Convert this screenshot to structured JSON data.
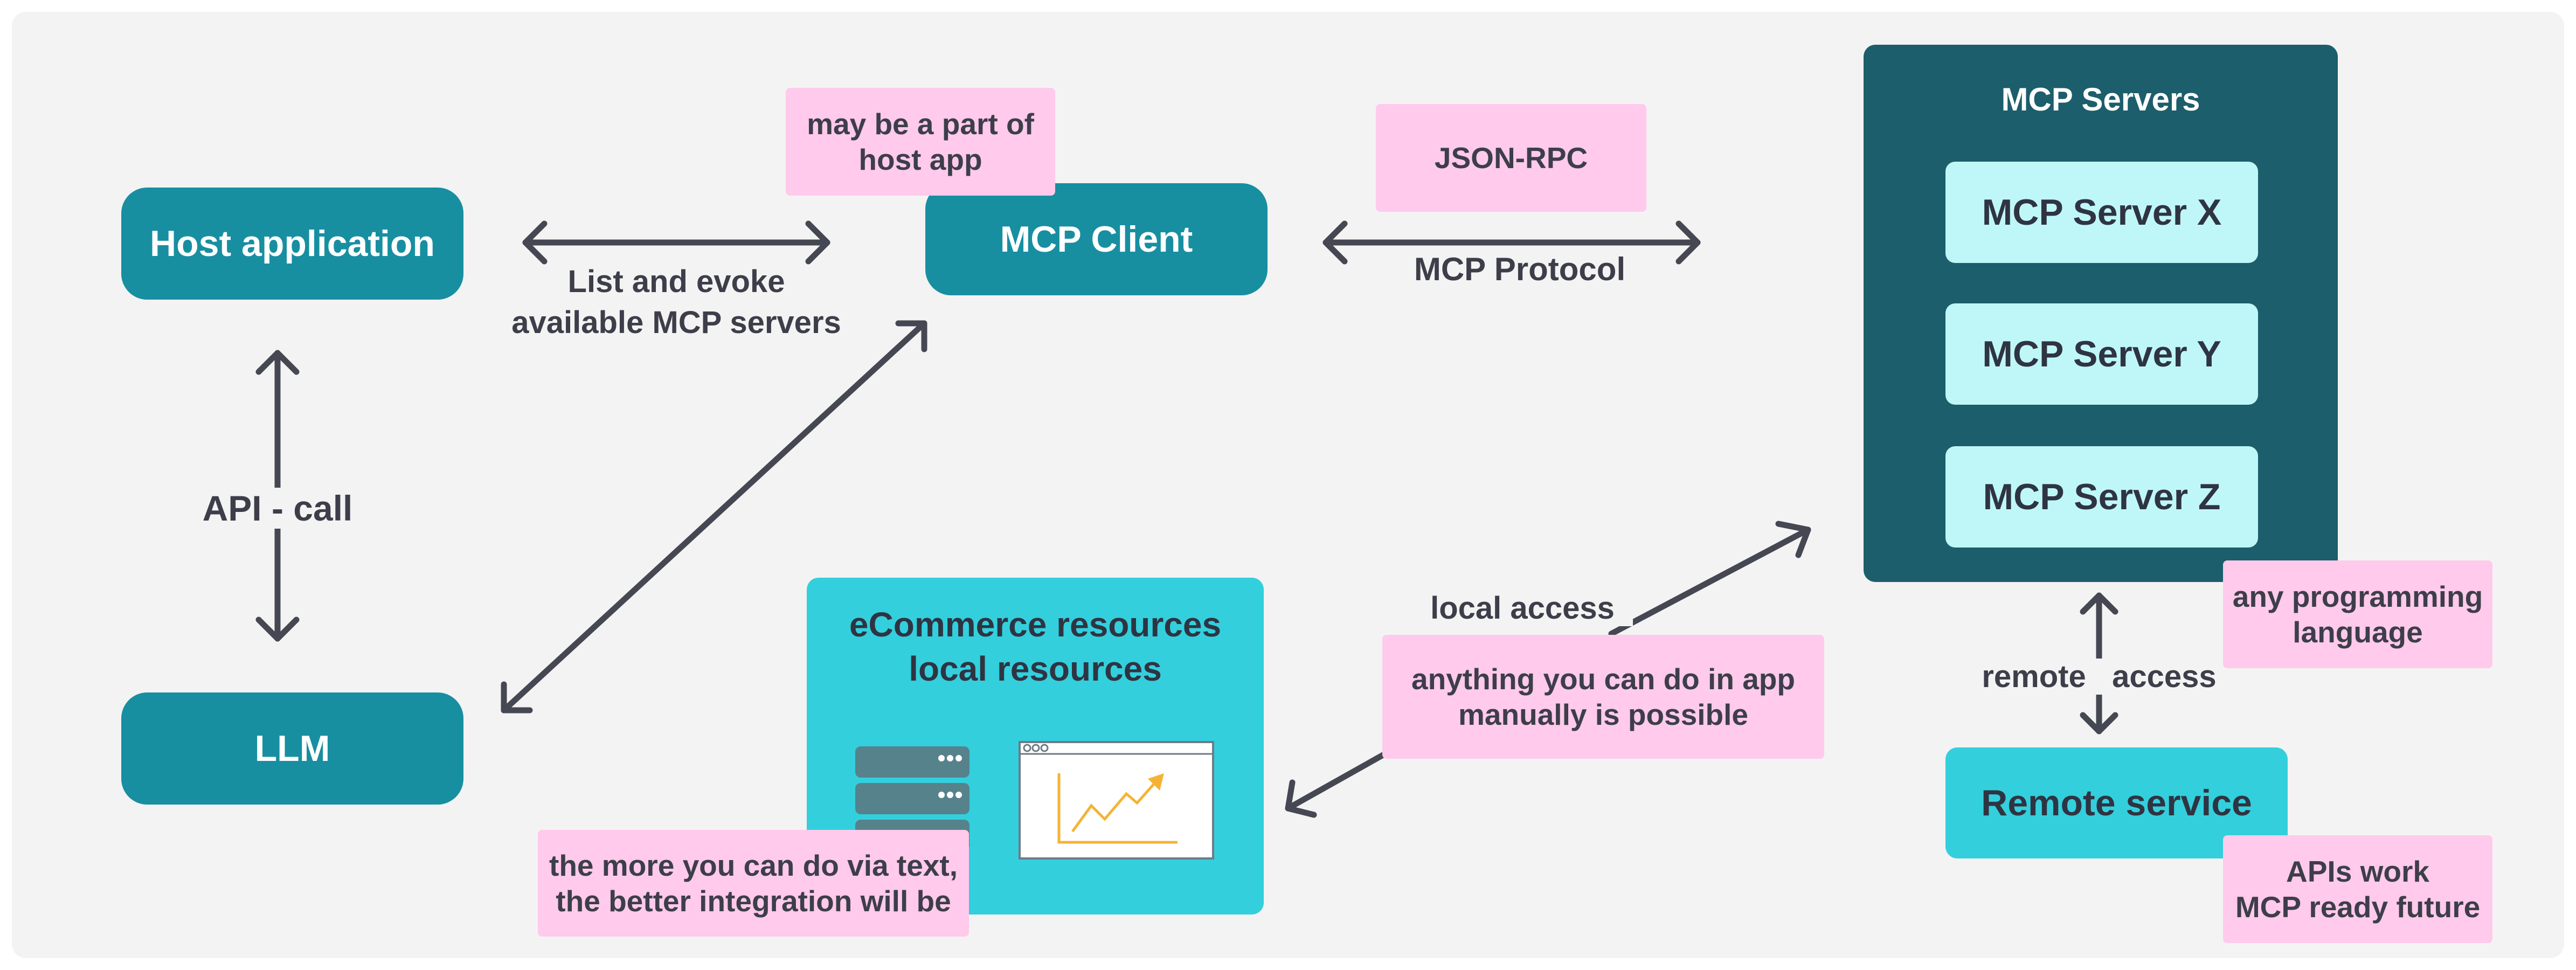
{
  "nodes": {
    "host_app": "Host application",
    "mcp_client": "MCP Client",
    "llm": "LLM",
    "mcp_servers_title": "MCP Servers",
    "servers": [
      "MCP Server X",
      "MCP Server Y",
      "MCP Server Z"
    ],
    "remote_service": "Remote service",
    "resources_line1": "eCommerce resources",
    "resources_line2": "local resources"
  },
  "edge_labels": {
    "list_evoke_line1": "List and evoke",
    "list_evoke_line2": "available MCP servers",
    "mcp_protocol": "MCP Protocol",
    "api_call": "API - call",
    "local_access": "local access",
    "remote_access": "remote   access"
  },
  "notes": {
    "host_app_part_line1": "may be a part of",
    "host_app_part_line2": "host app",
    "json_rpc": "JSON-RPC",
    "any_language_line1": "any programming",
    "any_language_line2": "language",
    "anything_app_line1": "anything you can do in app",
    "anything_app_line2": "manually is possible",
    "more_text_line1": "the more you can do via text,",
    "more_text_line2": "the better integration will be",
    "apis_work_line1": "APIs work",
    "apis_work_line2": "MCP ready future"
  },
  "colors": {
    "teal_node": "#178fa1",
    "dark_panel": "#1c5e6b",
    "server_box": "#bff7f8",
    "cyan_box": "#33cfdd",
    "note": "#ffcaeb",
    "arrow": "#454852",
    "chart_line": "#f5b335"
  },
  "icons": [
    "server-stack-icon",
    "line-chart-window-icon"
  ]
}
